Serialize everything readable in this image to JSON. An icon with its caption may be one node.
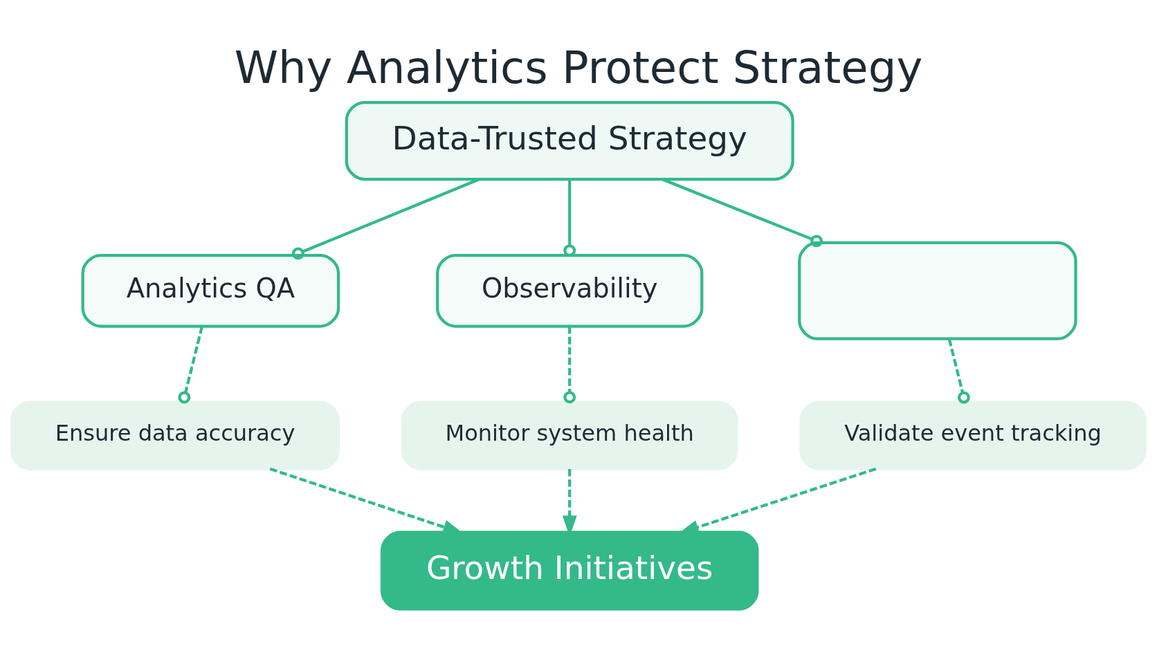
{
  "diagram": {
    "title": "Why Analytics Protect Strategy",
    "nodes": [
      {
        "text": [
          "Data-Trusted Strategy"
        ]
      },
      {
        "text": [
          "Analytics QA"
        ]
      },
      {
        "text": [
          "Observability"
        ]
      },
      {
        "text": [],
        "shape": "box"
      },
      {
        "text": [
          "Ensure data accuracy"
        ]
      },
      {
        "text": [
          "Monitor system health"
        ]
      },
      {
        "text": [
          "Validate event tracking"
        ]
      },
      {
        "text": [
          "Growth Initiatives"
        ]
      }
    ],
    "edges": [
      {
        "from": 0,
        "to": 1,
        "arrow": "other"
      },
      {
        "from": 0,
        "to": 2,
        "arrow": "other"
      },
      {
        "from": 0,
        "to": 3,
        "arrow": "other"
      },
      {
        "from": 1,
        "to": 4,
        "arrow": "other",
        "style": "dashed"
      },
      {
        "from": 2,
        "to": 5,
        "arrow": "other",
        "style": "dashed"
      },
      {
        "from": 3,
        "to": 6,
        "arrow": "other",
        "style": "dashed"
      },
      {
        "from": 4,
        "to": 7,
        "arrow": "to",
        "style": "dashed"
      },
      {
        "from": 5,
        "to": 7,
        "arrow": "to",
        "style": "dashed"
      },
      {
        "from": 6,
        "to": 7,
        "arrow": "to",
        "style": "dashed"
      }
    ]
  }
}
